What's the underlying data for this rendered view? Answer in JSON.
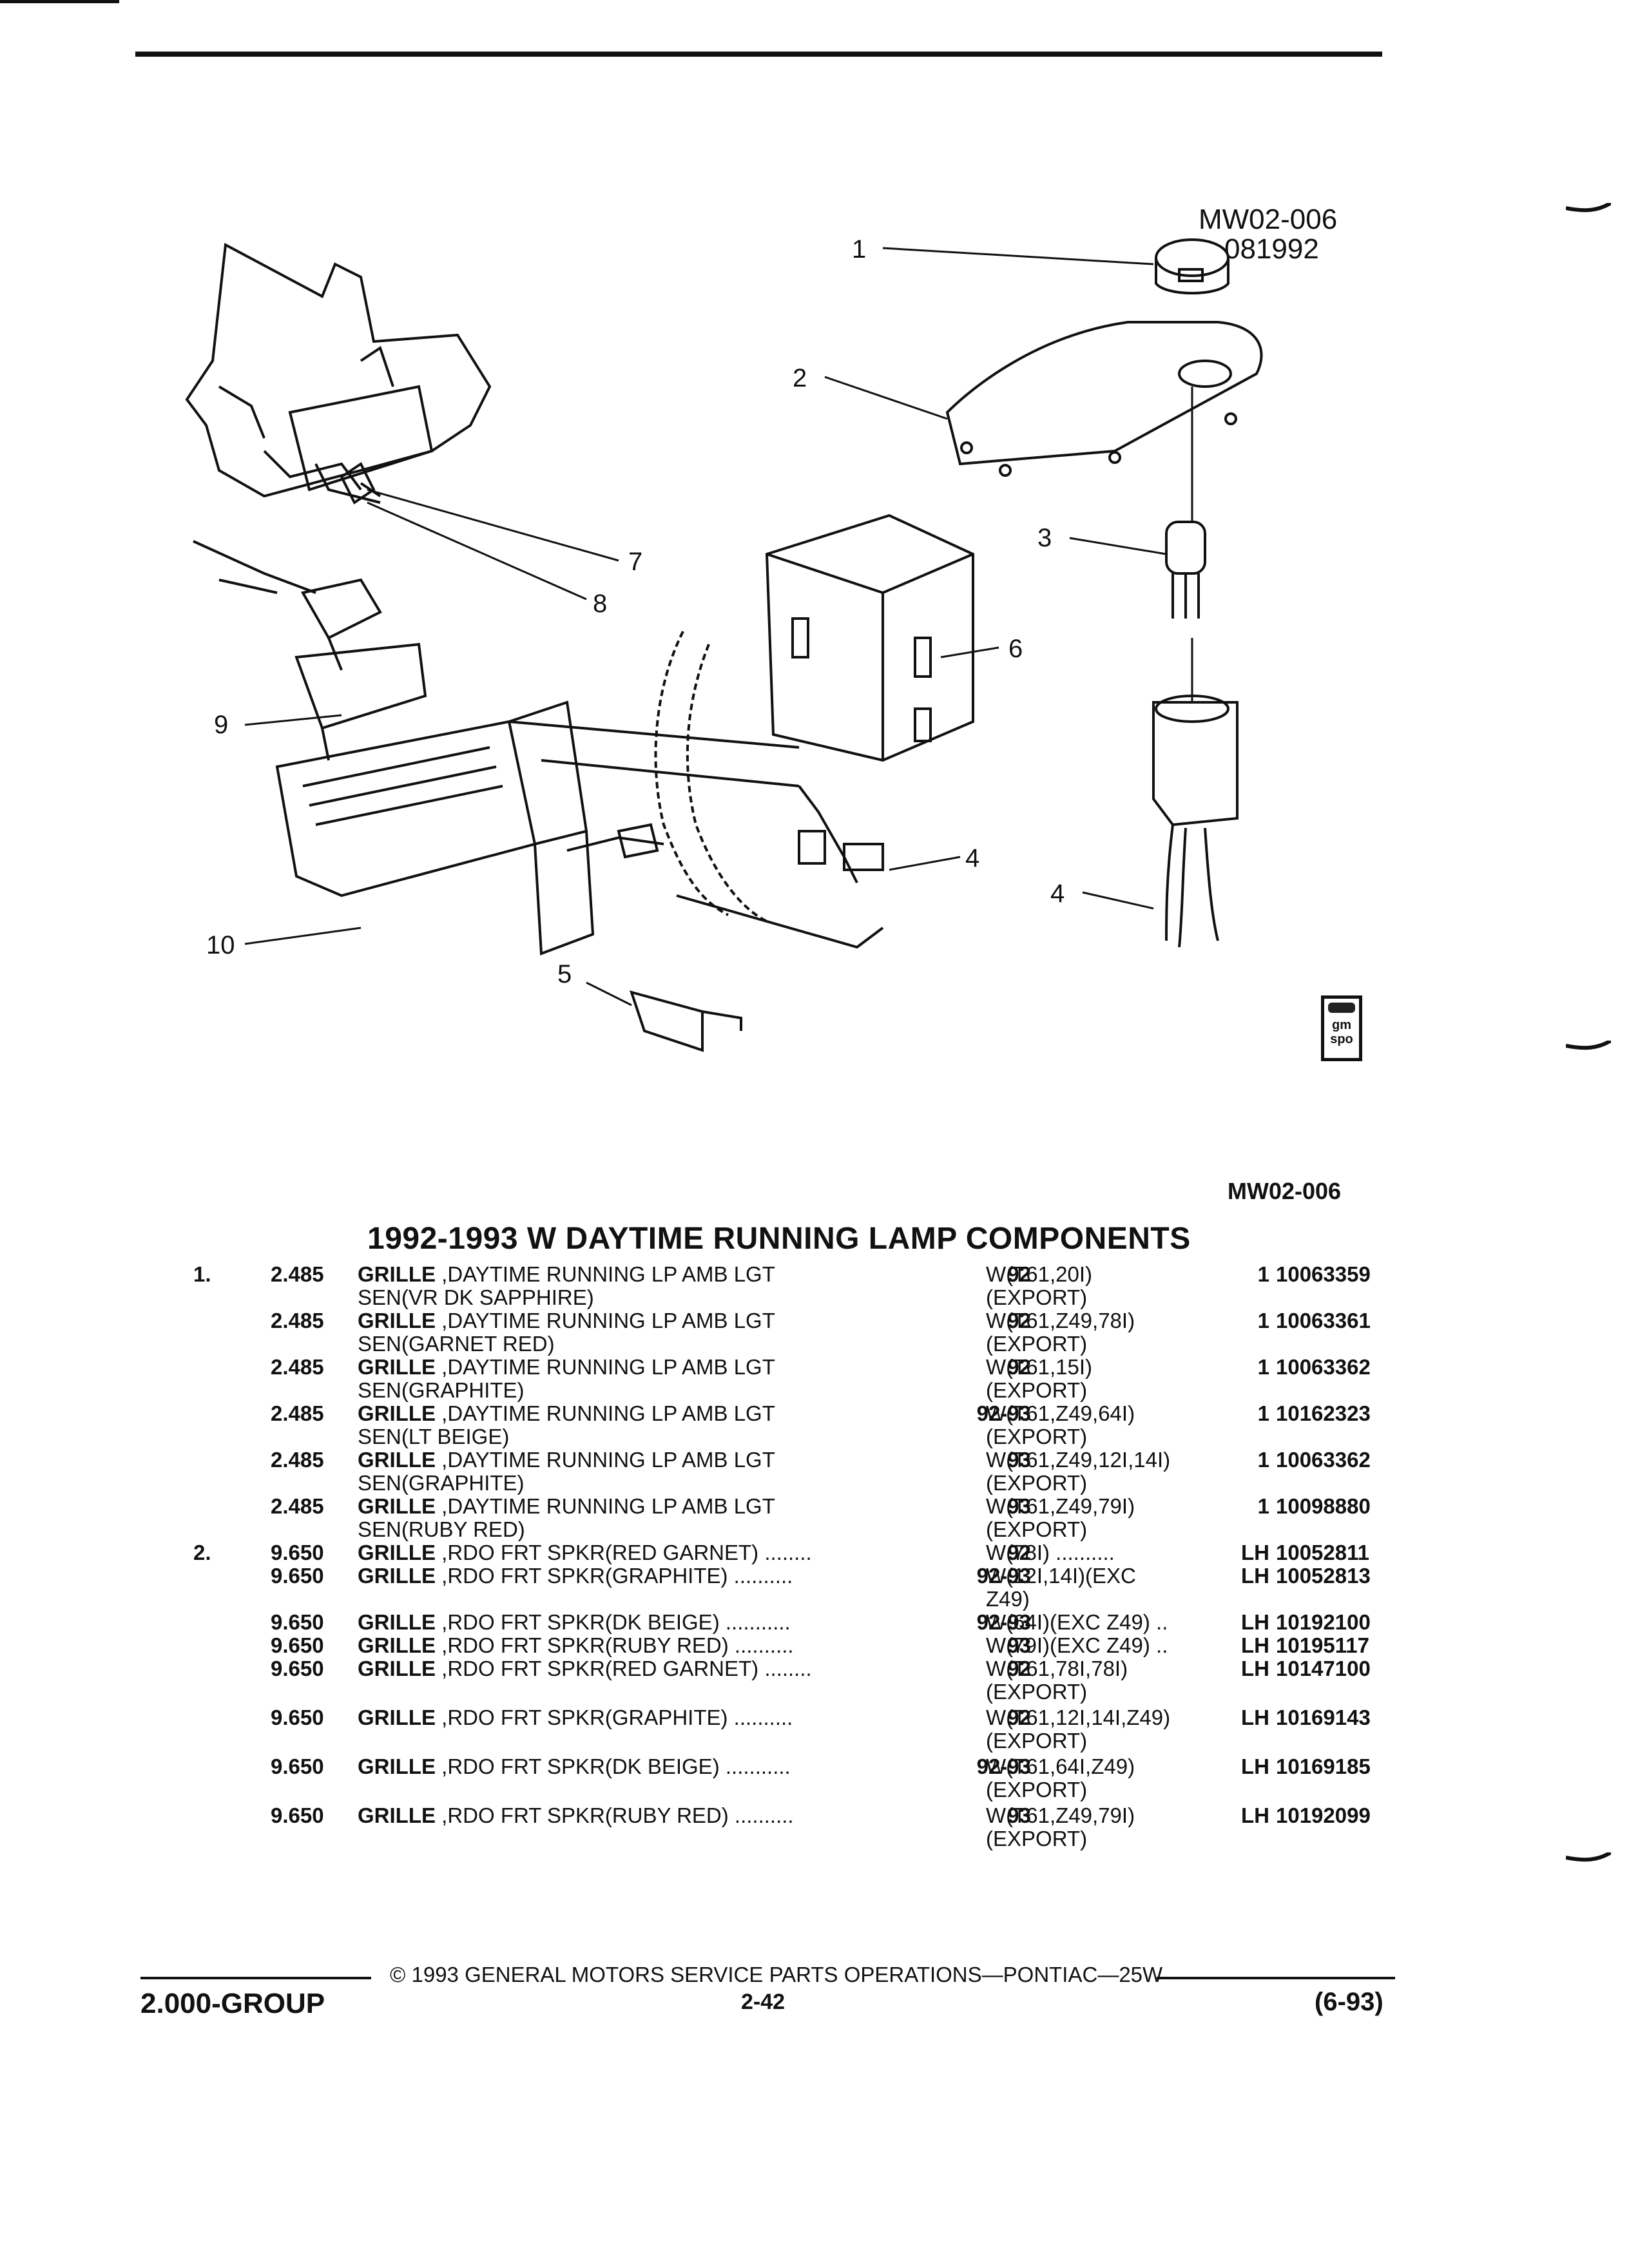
{
  "diagram": {
    "code_top_line1": "MW02-006",
    "code_top_line2": "081992",
    "callouts": [
      "1",
      "2",
      "3",
      "4",
      "5",
      "6",
      "7",
      "8",
      "9",
      "10",
      "4"
    ],
    "badge_text": "gm spo",
    "code_bottom": "MW02-006"
  },
  "table": {
    "title": "1992-1993 W DAYTIME RUNNING LAMP COMPONENTS",
    "rows": [
      {
        "item": "1.",
        "qty": "2.485",
        "desc_bold": "GRILLE",
        "desc": " ,DAYTIME RUNNING LP AMB LGT",
        "desc2": "SEN(VR DK SAPPHIRE)",
        "year": "92",
        "models": "W(T61,20I)",
        "models2": "(EXPORT)",
        "count": "1",
        "part": "10063359"
      },
      {
        "item": "",
        "qty": "2.485",
        "desc_bold": "GRILLE",
        "desc": " ,DAYTIME RUNNING LP AMB LGT",
        "desc2": "SEN(GARNET RED)",
        "year": "92",
        "models": "W(T61,Z49,78I)",
        "models2": "(EXPORT)",
        "count": "1",
        "part": "10063361"
      },
      {
        "item": "",
        "qty": "2.485",
        "desc_bold": "GRILLE",
        "desc": " ,DAYTIME RUNNING LP AMB LGT",
        "desc2": "SEN(GRAPHITE)",
        "year": "92",
        "models": "W(T61,15I)",
        "models2": "(EXPORT)",
        "count": "1",
        "part": "10063362"
      },
      {
        "item": "",
        "qty": "2.485",
        "desc_bold": "GRILLE",
        "desc": " ,DAYTIME RUNNING LP AMB LGT",
        "desc2": "SEN(LT BEIGE)",
        "year": "92-93",
        "models": "W(T61,Z49,64I)",
        "models2": "(EXPORT)",
        "count": "1",
        "part": "10162323"
      },
      {
        "item": "",
        "qty": "2.485",
        "desc_bold": "GRILLE",
        "desc": " ,DAYTIME RUNNING LP AMB LGT",
        "desc2": "SEN(GRAPHITE)",
        "year": "93",
        "models": "W(T61,Z49,12I,14I)",
        "models2": "(EXPORT)",
        "count": "1",
        "part": "10063362"
      },
      {
        "item": "",
        "qty": "2.485",
        "desc_bold": "GRILLE",
        "desc": " ,DAYTIME RUNNING LP AMB LGT",
        "desc2": "SEN(RUBY RED)",
        "year": "93",
        "models": "W(T61,Z49,79I)",
        "models2": "(EXPORT)",
        "count": "1",
        "part": "10098880"
      },
      {
        "item": "2.",
        "qty": "9.650",
        "desc_bold": "GRILLE",
        "desc": " ,RDO FRT SPKR(RED GARNET) ........",
        "desc2": "",
        "year": "92",
        "models": "W(78I) ..........",
        "models2": "",
        "count": "LH",
        "part": "10052811"
      },
      {
        "item": "",
        "qty": "9.650",
        "desc_bold": "GRILLE",
        "desc": " ,RDO FRT SPKR(GRAPHITE) ..........",
        "desc2": "",
        "year": "92-93",
        "models": "W(12I,14I)(EXC",
        "models2": "Z49)",
        "count": "LH",
        "part": "10052813"
      },
      {
        "item": "",
        "qty": "9.650",
        "desc_bold": "GRILLE",
        "desc": " ,RDO FRT SPKR(DK BEIGE) ...........",
        "desc2": "",
        "year": "92-93",
        "models": "W(64I)(EXC Z49) ..",
        "models2": "",
        "count": "LH",
        "part": "10192100"
      },
      {
        "item": "",
        "qty": "9.650",
        "desc_bold": "GRILLE",
        "desc": " ,RDO FRT SPKR(RUBY RED) ..........",
        "desc2": "",
        "year": "93",
        "models": "W(79I)(EXC Z49) ..",
        "models2": "",
        "count": "LH",
        "part": "10195117"
      },
      {
        "item": "",
        "qty": "9.650",
        "desc_bold": "GRILLE",
        "desc": " ,RDO FRT SPKR(RED GARNET) ........",
        "desc2": "",
        "year": "92",
        "models": "W(T61,78I,78I)",
        "models2": "(EXPORT)",
        "count": "LH",
        "part": "10147100"
      },
      {
        "item": "",
        "qty": "9.650",
        "desc_bold": "GRILLE",
        "desc": " ,RDO FRT SPKR(GRAPHITE) ..........",
        "desc2": "",
        "year": "92",
        "models": "W(T61,12I,14I,Z49)",
        "models2": "(EXPORT)",
        "count": "LH",
        "part": "10169143"
      },
      {
        "item": "",
        "qty": "9.650",
        "desc_bold": "GRILLE",
        "desc": " ,RDO FRT SPKR(DK BEIGE) ...........",
        "desc2": "",
        "year": "92-93",
        "models": "W(T61,64I,Z49)",
        "models2": "(EXPORT)",
        "count": "LH",
        "part": "10169185"
      },
      {
        "item": "",
        "qty": "9.650",
        "desc_bold": "GRILLE",
        "desc": " ,RDO FRT SPKR(RUBY RED) ..........",
        "desc2": "",
        "year": "93",
        "models": "W(T61,Z49,79I)",
        "models2": "(EXPORT)",
        "count": "LH",
        "part": "10192099"
      }
    ]
  },
  "footer": {
    "copyright": "© 1993 GENERAL MOTORS SERVICE PARTS OPERATIONS—PONTIAC—25W",
    "group": "2.000-GROUP",
    "page": "2-42",
    "date": "(6-93)"
  }
}
